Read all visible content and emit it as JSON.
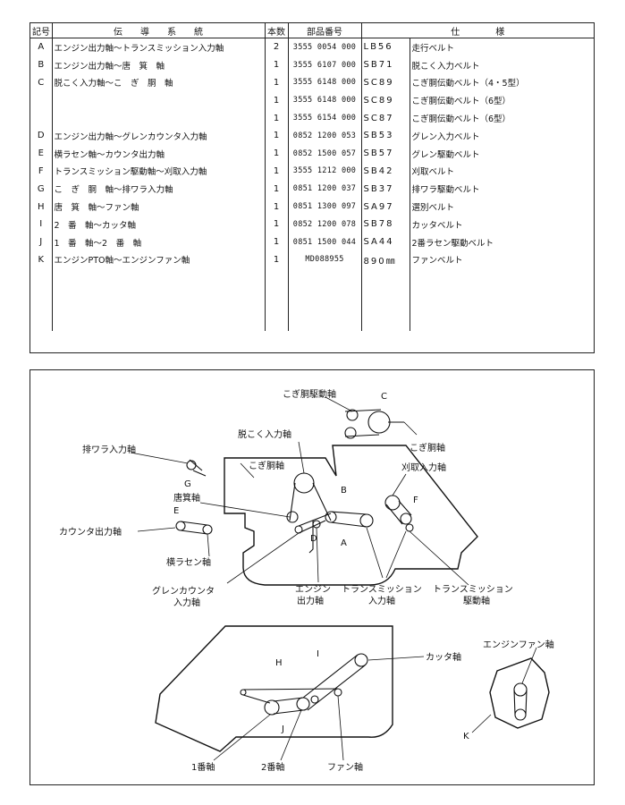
{
  "table": {
    "headers": {
      "code": "記号",
      "transmission": "伝　　導　　系　　統",
      "count": "本数",
      "part": "部品番号",
      "spec": "仕　　　　様"
    },
    "rows": [
      {
        "code": "A",
        "transmission": "エンジン出力軸〜トランスミッション入力軸",
        "count": "2",
        "part": "3555 0054 000",
        "spec1": "LB56",
        "spec2": "走行ベルト"
      },
      {
        "code": "B",
        "transmission": "エンジン出力軸〜唐　箕　軸",
        "count": "1",
        "part": "3555 6107 000",
        "spec1": "SB71",
        "spec2": "脱こく入力ベルト"
      },
      {
        "code": "C",
        "transmission": "脱こく入力軸〜こ　ぎ　胴　軸",
        "count": "1",
        "part": "3555 6148 000",
        "spec1": "SC89",
        "spec2": "こぎ胴伝動ベルト（4・5型）"
      },
      {
        "code": "",
        "transmission": "",
        "count": "1",
        "part": "3555 6148 000",
        "spec1": "SC89",
        "spec2": "こぎ胴伝動ベルト（6型）"
      },
      {
        "code": "",
        "transmission": "",
        "count": "1",
        "part": "3555 6154 000",
        "spec1": "SC87",
        "spec2": "こぎ胴伝動ベルト（6型）"
      },
      {
        "code": "D",
        "transmission": "エンジン出力軸〜グレンカウンタ入力軸",
        "count": "1",
        "part": "0852 1200 053",
        "spec1": "SB53",
        "spec2": "グレン入力ベルト"
      },
      {
        "code": "E",
        "transmission": "横ラセン軸〜カウンタ出力軸",
        "count": "1",
        "part": "0852 1500 057",
        "spec1": "SB57",
        "spec2": "グレン駆動ベルト"
      },
      {
        "code": "F",
        "transmission": "トランスミッション駆動軸〜刈取入力軸",
        "count": "1",
        "part": "3555 1212 000",
        "spec1": "SB42",
        "spec2": "刈取ベルト"
      },
      {
        "code": "G",
        "transmission": "こ　ぎ　胴　軸〜排ワラ入力軸",
        "count": "1",
        "part": "0851 1200 037",
        "spec1": "SB37",
        "spec2": "排ワラ駆動ベルト"
      },
      {
        "code": "H",
        "transmission": "唐　箕　軸〜ファン軸",
        "count": "1",
        "part": "0851 1300 097",
        "spec1": "SA97",
        "spec2": "選別ベルト"
      },
      {
        "code": "I",
        "transmission": "2　番　軸〜カッタ軸",
        "count": "1",
        "part": "0852 1200 078",
        "spec1": "SB78",
        "spec2": "カッタベルト"
      },
      {
        "code": "J",
        "transmission": "1　番　軸〜2　番　軸",
        "count": "1",
        "part": "0851 1500 044",
        "spec1": "SA44",
        "spec2": "2番ラセン駆動ベルト"
      },
      {
        "code": "K",
        "transmission": "エンジンPTO軸〜エンジンファン軸",
        "count": "1",
        "part": "MD088955",
        "spec1": "890㎜",
        "spec2": "ファンベルト"
      }
    ]
  },
  "diagram": {
    "labels": {
      "kogido_drive": "こぎ胴駆動軸",
      "kogido": "こぎ胴軸",
      "kogido_inner": "こぎ胴軸",
      "dakkoku_input": "脱こく入力軸",
      "haiwara_input": "排ワラ入力軸",
      "karitori_input": "刈取入力軸",
      "tomi": "唐箕軸",
      "counter_output": "カウンタ出力軸",
      "yoko_rasen": "横ラセン軸",
      "grain_counter_1": "グレンカウンタ",
      "grain_counter_2": "入力軸",
      "engine_out_1": "エンジン",
      "engine_out_2": "出力軸",
      "trans_in_1": "トランスミッション",
      "trans_in_2": "入力軸",
      "trans_drive_1": "トランスミッション",
      "trans_drive_2": "駆動軸",
      "cutter": "カッタ軸",
      "ichiban": "1番軸",
      "niban": "2番軸",
      "fan": "ファン軸",
      "engine_fan": "エンジンファン軸"
    },
    "letters": {
      "A": "A",
      "B": "B",
      "C": "C",
      "D": "D",
      "E": "E",
      "F": "F",
      "G": "G",
      "H": "H",
      "I": "I",
      "J": "J",
      "K": "K"
    }
  }
}
